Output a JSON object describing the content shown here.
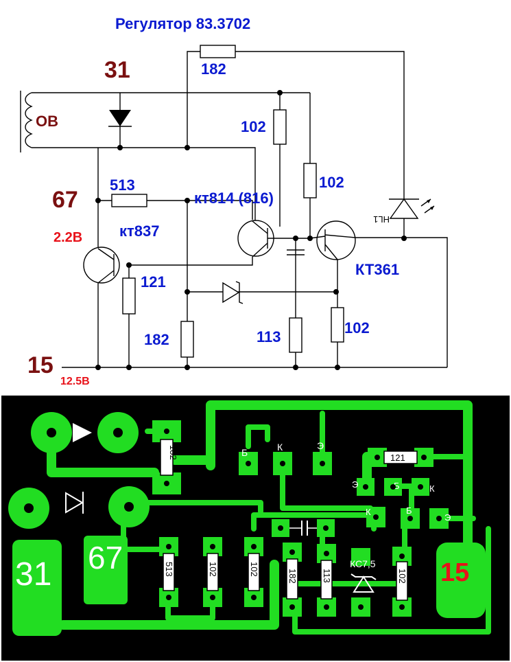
{
  "title": "Регулятор 83.3702",
  "labels": {
    "n31": "31",
    "ov": "ОВ",
    "n67": "67",
    "n67_voltage": "2.2В",
    "n15": "15",
    "n15_voltage": "12.5В"
  },
  "components": {
    "r_top": "182",
    "r_102a": "102",
    "r_102b": "102",
    "r_513": "513",
    "q_kt814": "кт814 (816)",
    "q_kt837": "кт837",
    "r_121": "121",
    "r_182b": "182",
    "r_113": "113",
    "r_102c": "102",
    "q_kt361": "КТ361",
    "led": "HL1"
  },
  "pcb": {
    "pad_31": "31",
    "pad_67": "67",
    "pad_15": "15",
    "r_182": "182",
    "r_121": "121",
    "r_513": "513",
    "r_102a": "102",
    "r_102b": "102",
    "r_182b": "182",
    "r_113": "113",
    "r_102c": "102",
    "zener": "КС7,5",
    "b1": "Б",
    "k1": "К",
    "e1": "Э",
    "e2": "Э",
    "b2": "Б",
    "k2": "К",
    "k3": "К",
    "b3": "Б",
    "e3": "Э"
  },
  "colors": {
    "trace": "#22dd22",
    "board": "#000000",
    "title": "#0a1ad0",
    "node": "#7a1010",
    "accent": "#e8121a"
  }
}
